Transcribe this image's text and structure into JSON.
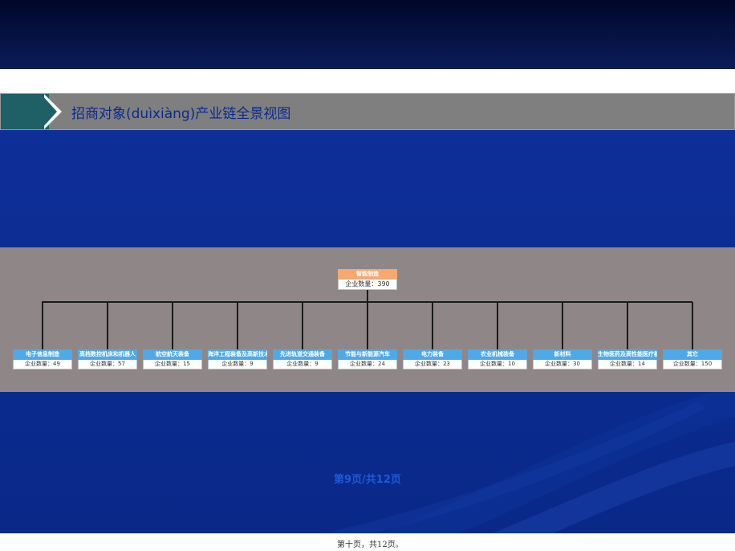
{
  "slide": {
    "title": "招商对象(duìxiàng)产业链全景视图",
    "page_indicator": "第9页/共12页",
    "footer": "第十页，共12页。"
  },
  "diagram": {
    "root": {
      "name": "智能制造",
      "count_label": "企业数量：390"
    },
    "children": [
      {
        "name": "电子信息制造",
        "count_label": "企业数量：49"
      },
      {
        "name": "高档数控机床和机器人",
        "count_label": "企业数量：57"
      },
      {
        "name": "航空航天装备",
        "count_label": "企业数量：15"
      },
      {
        "name": "海洋工程装备及高新技术船舶",
        "count_label": "企业数量：9"
      },
      {
        "name": "先进轨道交通装备",
        "count_label": "企业数量：9"
      },
      {
        "name": "节能与新能源汽车",
        "count_label": "企业数量：24"
      },
      {
        "name": "电力装备",
        "count_label": "企业数量：23"
      },
      {
        "name": "农业机械装备",
        "count_label": "企业数量：10"
      },
      {
        "name": "新材料",
        "count_label": "企业数量：30"
      },
      {
        "name": "生物医药及高性能医疗器械",
        "count_label": "企业数量：14"
      },
      {
        "name": "其它",
        "count_label": "企业数量：150"
      }
    ]
  },
  "colors": {
    "root_header": "#f5a872",
    "child_header": "#4ea9e6",
    "panel": "#8f8787",
    "background": "#0b2a8f"
  }
}
